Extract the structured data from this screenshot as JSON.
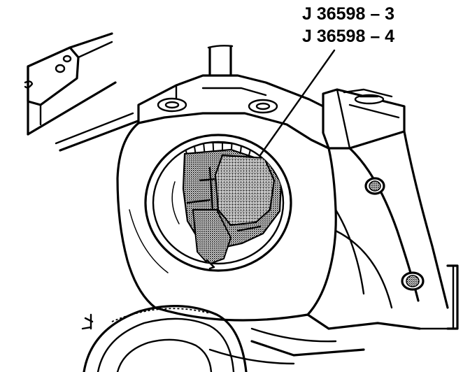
{
  "figure": {
    "callouts": [
      {
        "id": "callout-1",
        "text": "J 36598 – 3"
      },
      {
        "id": "callout-2",
        "text": "J 36598 – 4"
      }
    ]
  }
}
